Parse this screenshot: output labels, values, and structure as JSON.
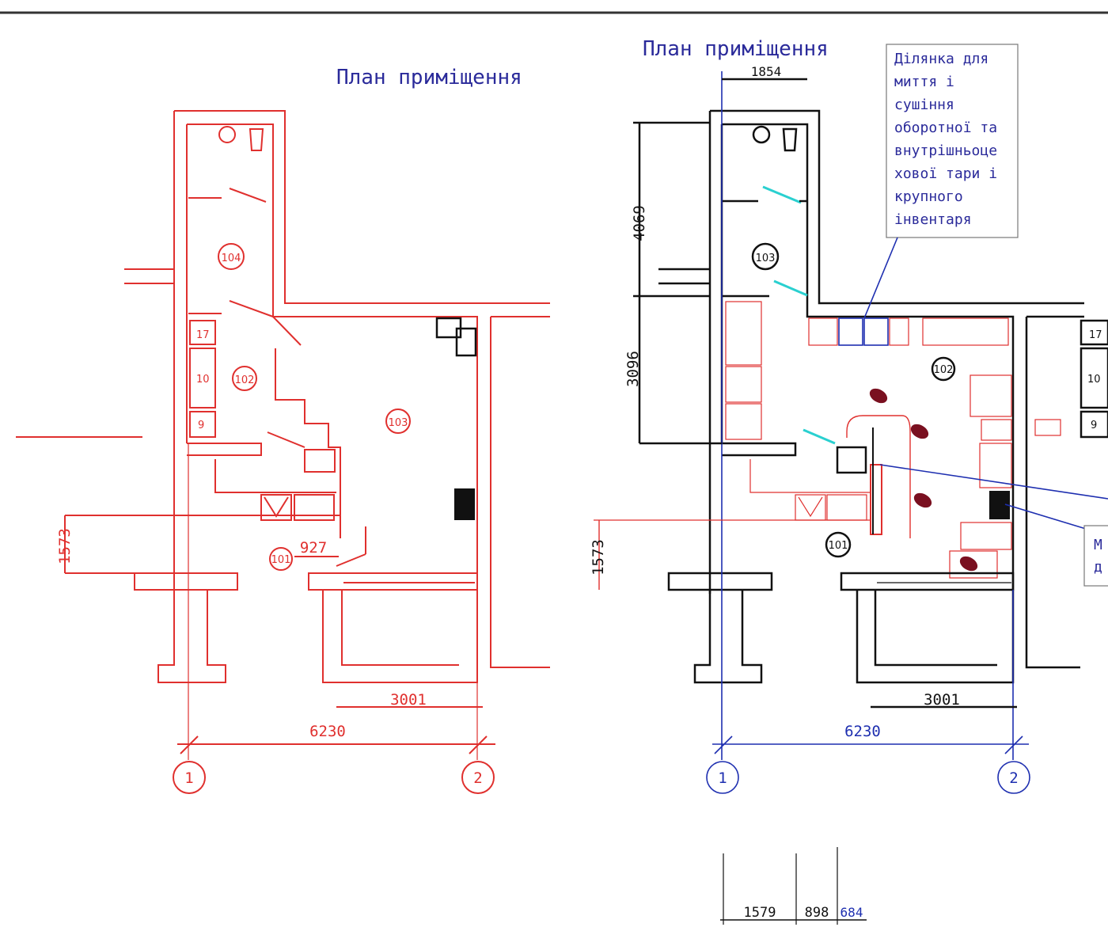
{
  "left_plan": {
    "title": "План приміщення",
    "rooms": [
      "104",
      "102",
      "103",
      "101"
    ],
    "shelf_labels": [
      "17",
      "10",
      "9"
    ],
    "dims": {
      "vertical": "1573",
      "door": "927",
      "inner": "3001",
      "total": "6230"
    },
    "axes": [
      "1",
      "2"
    ]
  },
  "right_plan": {
    "title": "План приміщення",
    "rooms": [
      "103",
      "102",
      "101"
    ],
    "shelf_labels": [
      "17",
      "10",
      "9"
    ],
    "dims": {
      "top": "1854",
      "v1": "4069",
      "v2": "3096",
      "v3": "1573",
      "inner": "3001",
      "total": "6230"
    },
    "axes": [
      "1",
      "2"
    ],
    "note": [
      "Ділянка для",
      "миття і",
      "сушіння",
      "оборотної та",
      "внутрішньоце",
      "хової тари і",
      "крупного",
      "інвентаря"
    ],
    "note2": [
      "М",
      "д"
    ]
  },
  "bottom_dims": [
    "1579",
    "898",
    "684"
  ],
  "colors": {
    "plan_red": "#e0302e",
    "plan_black": "#111111",
    "annotation_blue": "#1e2fb0",
    "cyan": "#2ad0d0"
  }
}
